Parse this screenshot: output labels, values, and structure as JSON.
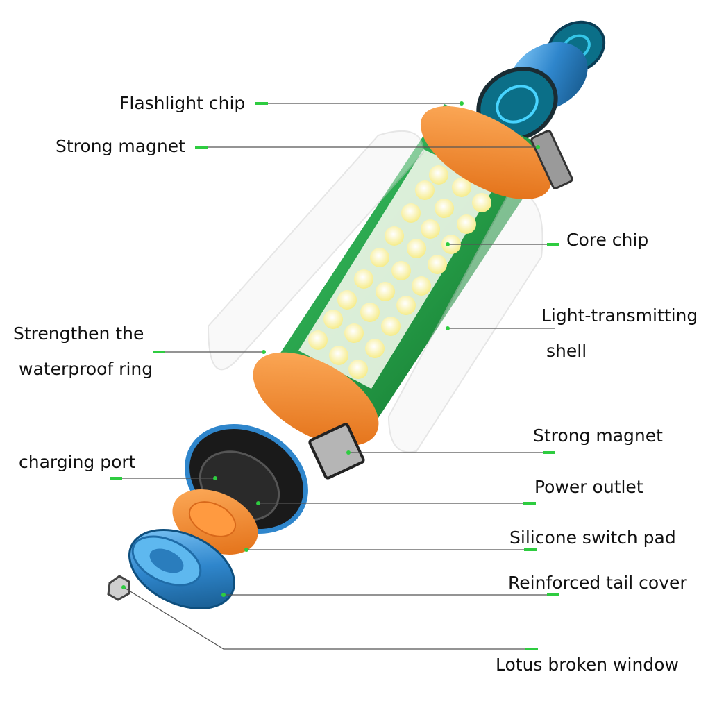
{
  "labels": {
    "flashlight_chip": "Flashlight chip",
    "strong_magnet_top": "Strong magnet",
    "core_chip": "Core chip",
    "light_shell_line1": "Light-transmitting",
    "light_shell_line2": "shell",
    "waterproof_line1": "Strengthen the",
    "waterproof_line2": "waterproof ring",
    "strong_magnet_bottom": "Strong magnet",
    "charging_port": "charging port",
    "power_outlet": "Power outlet",
    "silicone_switch_pad": "Silicone switch pad",
    "reinforced_tail_cover": "Reinforced tail cover",
    "lotus_broken_window": "Lotus broken window"
  },
  "colors": {
    "leader_line": "#555555",
    "marker": "#2ecc40",
    "ring_orange": "#f0862a",
    "cap_blue": "#3a8fd0",
    "board_green": "#1f9a3a",
    "led_yellow": "#fff9c4"
  }
}
